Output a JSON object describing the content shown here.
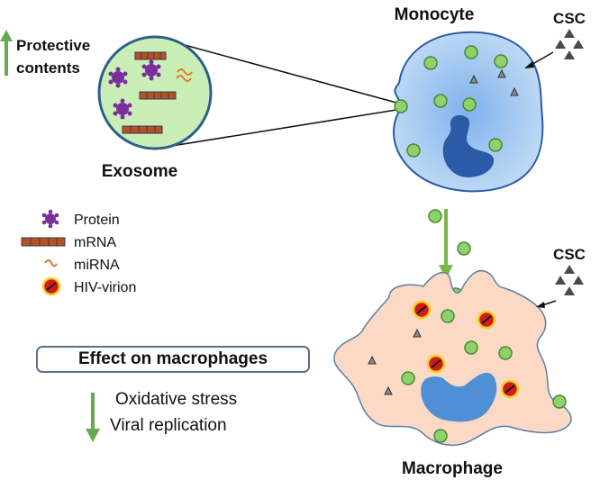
{
  "top_left": {
    "heading_line1": "Protective",
    "heading_line2": "contents",
    "arrow_direction": "up",
    "arrow_color": "#6aa84f"
  },
  "exosome": {
    "label": "Exosome",
    "fill": "#c9efb6",
    "border": "#2d5f8a"
  },
  "monocyte": {
    "label": "Monocyte",
    "fill": "#bfd9f5",
    "nucleus_color": "#2a5aa8"
  },
  "csc_top": {
    "label": "CSC"
  },
  "csc_bottom": {
    "label": "CSC"
  },
  "legend": {
    "items": [
      {
        "icon": "protein-icon",
        "label": "Protein"
      },
      {
        "icon": "mrna-icon",
        "label": "mRNA"
      },
      {
        "icon": "mirna-icon",
        "label": "miRNA"
      },
      {
        "icon": "hiv-virion-icon",
        "label": "HIV-virion"
      }
    ]
  },
  "effect": {
    "title": "Effect on macrophages",
    "line1": "Oxidative stress",
    "line2": "Viral replication",
    "arrow_direction": "down"
  },
  "macrophage": {
    "label": "Macrophage",
    "fill": "#fbd9c5",
    "nucleus_color": "#4f8fd6"
  },
  "colors": {
    "vesicle_green": "#8fd16b",
    "protein_purple": "#7a2e9e",
    "mrna_brown": "#b5531f",
    "virion_red": "#d11b1b",
    "virion_yellow": "#f3d21a",
    "arrow_green": "#7ab648"
  }
}
